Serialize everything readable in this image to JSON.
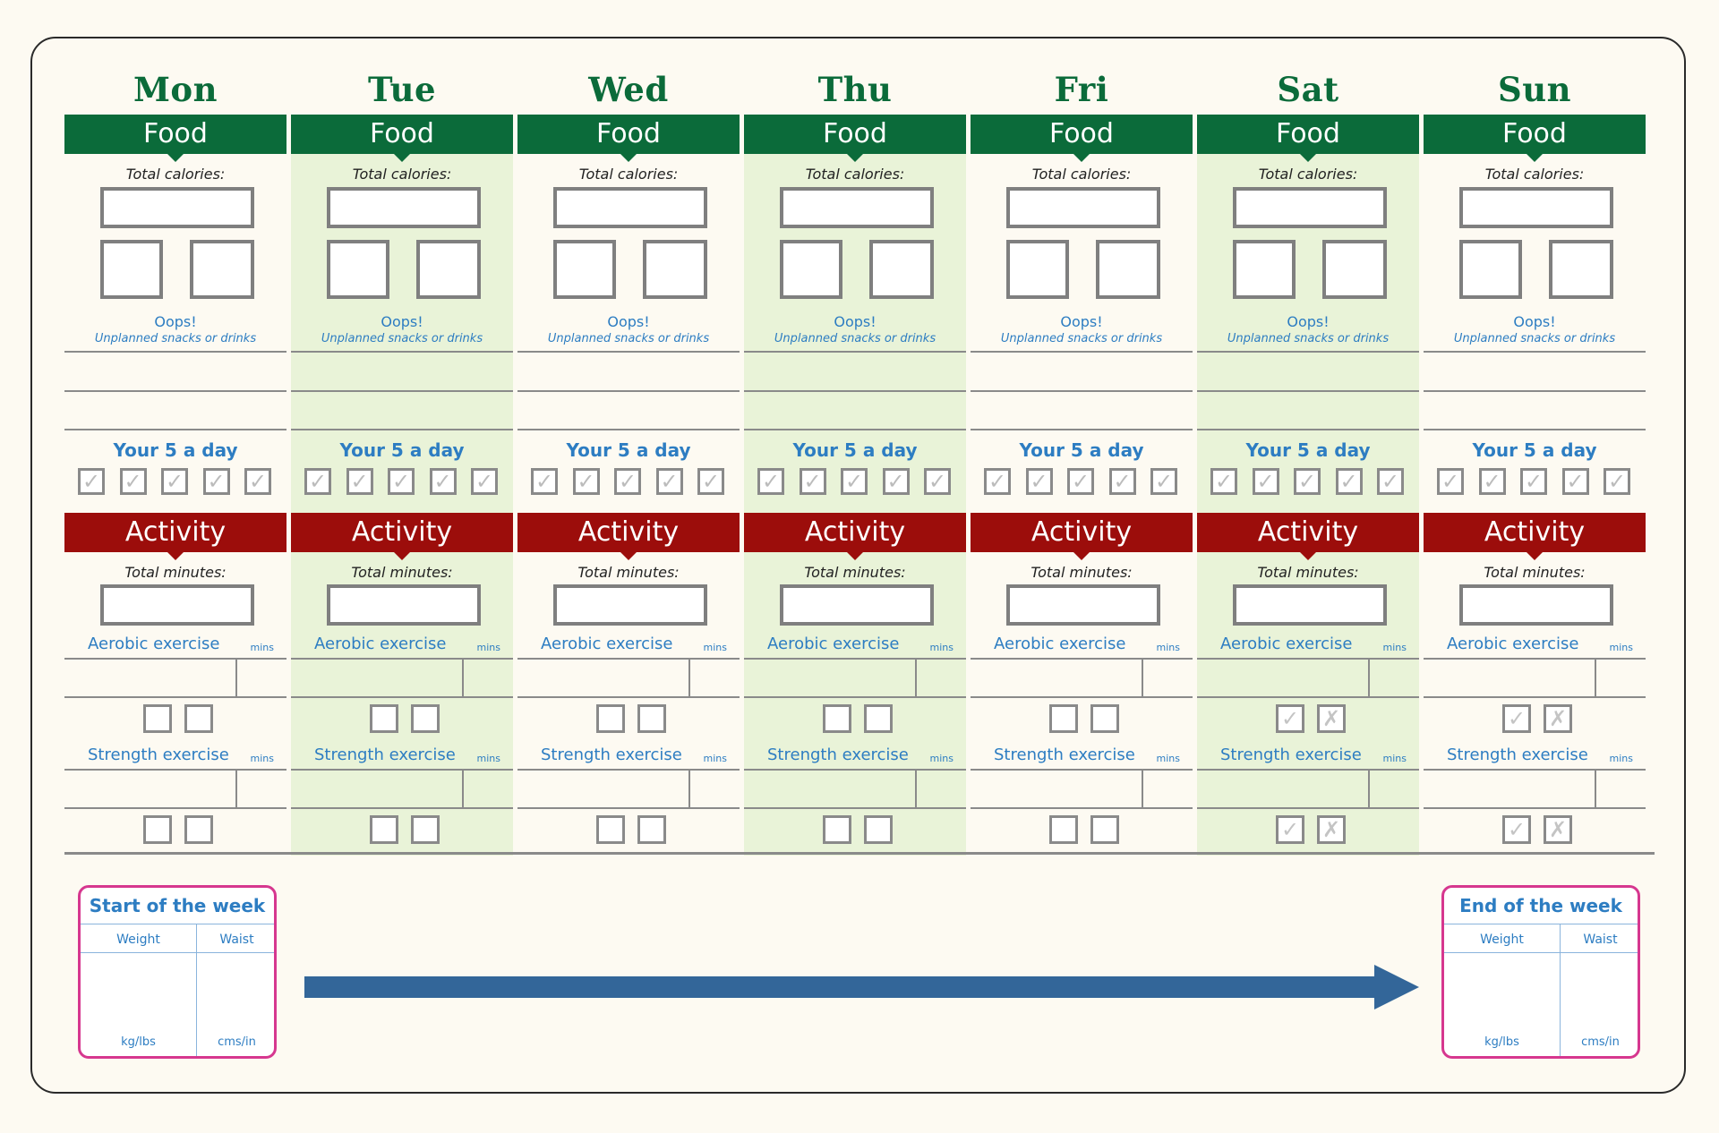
{
  "days": [
    {
      "name": "Mon",
      "shaded": false,
      "five": [
        "✓",
        "✓",
        "✓",
        "✓",
        "✓"
      ],
      "aero_ticks": [
        "",
        ""
      ],
      "str_ticks": [
        "",
        ""
      ]
    },
    {
      "name": "Tue",
      "shaded": true,
      "five": [
        "✓",
        "✓",
        "✓",
        "✓",
        "✓"
      ],
      "aero_ticks": [
        "",
        ""
      ],
      "str_ticks": [
        "",
        ""
      ]
    },
    {
      "name": "Wed",
      "shaded": false,
      "five": [
        "✓",
        "✓",
        "✓",
        "✓",
        "✓"
      ],
      "aero_ticks": [
        "",
        ""
      ],
      "str_ticks": [
        "",
        ""
      ]
    },
    {
      "name": "Thu",
      "shaded": true,
      "five": [
        "✓",
        "✓",
        "✓",
        "✓",
        "✓"
      ],
      "aero_ticks": [
        "",
        ""
      ],
      "str_ticks": [
        "",
        ""
      ]
    },
    {
      "name": "Fri",
      "shaded": false,
      "five": [
        "✓",
        "✓",
        "✓",
        "✓",
        "✓"
      ],
      "aero_ticks": [
        "",
        ""
      ],
      "str_ticks": [
        "",
        ""
      ]
    },
    {
      "name": "Sat",
      "shaded": true,
      "five": [
        "✓",
        "✓",
        "✓",
        "✓",
        "✓"
      ],
      "aero_ticks": [
        "✓",
        "✗"
      ],
      "str_ticks": [
        "✓",
        "✗"
      ]
    },
    {
      "name": "Sun",
      "shaded": false,
      "five": [
        "✓",
        "✓",
        "✓",
        "✓",
        "✓"
      ],
      "aero_ticks": [
        "✓",
        "✗"
      ],
      "str_ticks": [
        "✓",
        "✗"
      ]
    }
  ],
  "labels": {
    "food": "Food",
    "total_calories": "Total calories:",
    "oops": "Oops!",
    "oops_sub": "Unplanned snacks or drinks",
    "five_a_day": "Your 5 a day",
    "activity": "Activity",
    "total_minutes": "Total minutes:",
    "aerobic": "Aerobic exercise",
    "strength": "Strength exercise",
    "mins": "mins"
  },
  "start_week": {
    "title": "Start of the week",
    "weight": "Weight",
    "waist": "Waist",
    "weight_unit": "kg/lbs",
    "waist_unit": "cms/in"
  },
  "end_week": {
    "title": "End of the week",
    "weight": "Weight",
    "waist": "Waist",
    "weight_unit": "kg/lbs",
    "waist_unit": "cms/in"
  },
  "colors": {
    "food_band": "#0b6b3a",
    "activity_band": "#9c0d0b",
    "accent_blue": "#2d7dc2",
    "shaded": "#e9f3d8",
    "week_border": "#d6378f",
    "arrow": "#336699"
  },
  "icons": {
    "arrow": "right-arrow-icon",
    "check": "check-icon",
    "cross": "cross-icon"
  }
}
